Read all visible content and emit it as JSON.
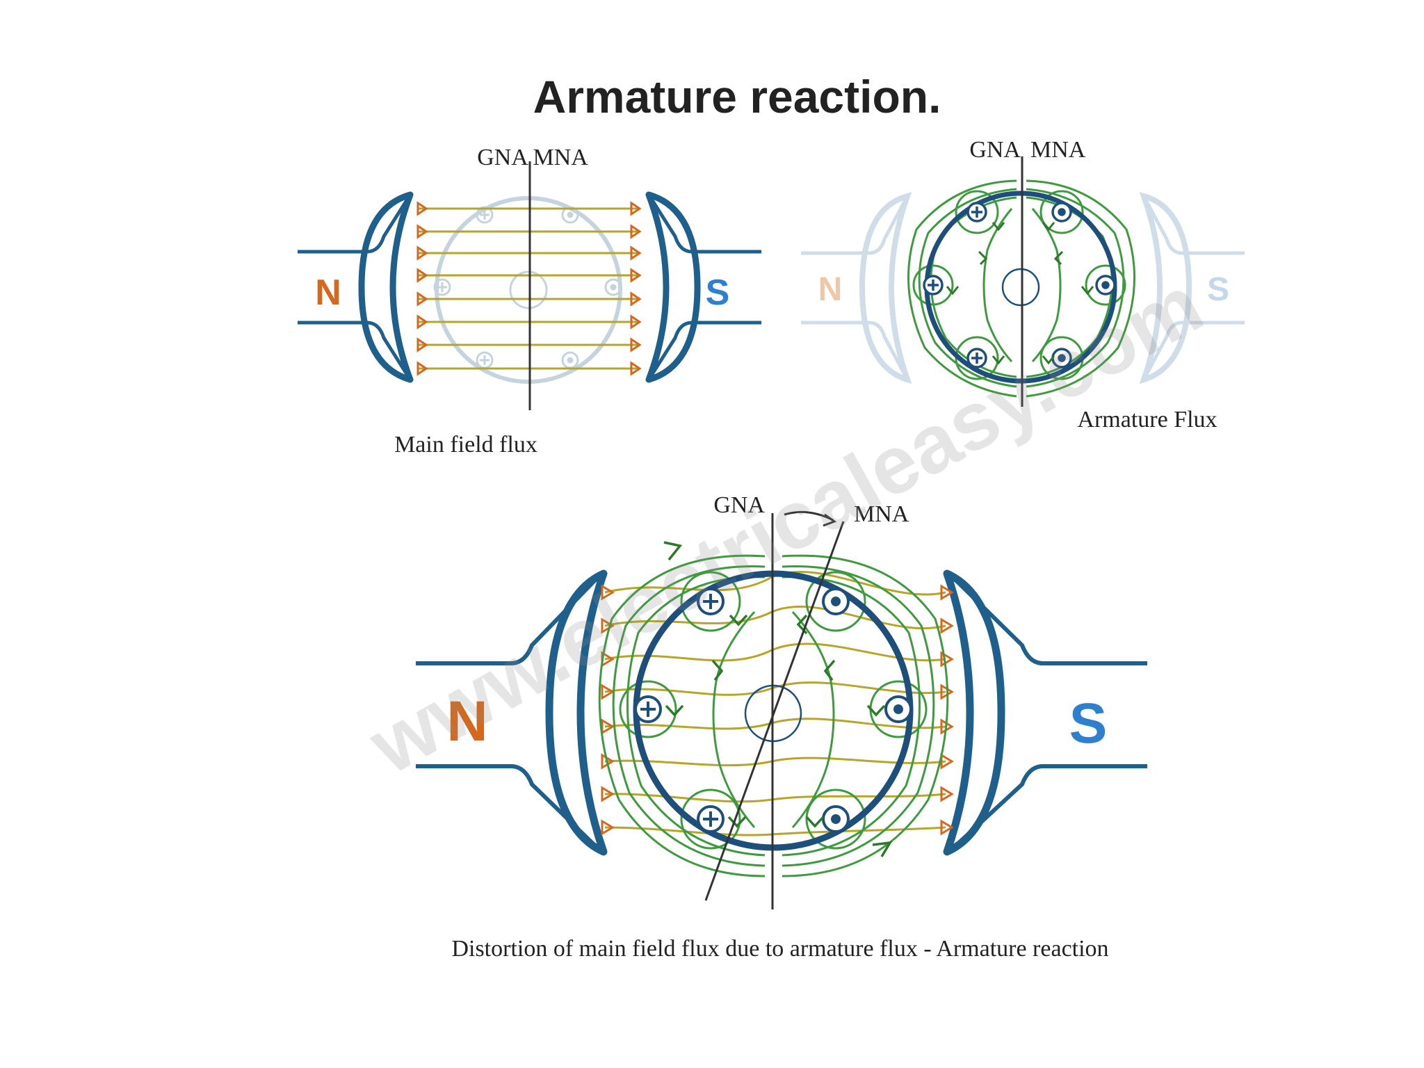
{
  "title": "Armature reaction.",
  "watermark": "www.electricaleasy.com",
  "colors": {
    "north_pole": "#d2691e",
    "south_pole": "#2f7fcf",
    "pole_shoe": "#1f5f8b",
    "main_flux": "#b5a52a",
    "armature_flux": "#3f9a3f",
    "armature_ring": "#1d4f7a"
  },
  "diagram_main_field": {
    "label_gna_mna": "GNA MNA",
    "pole_n": "N",
    "pole_s": "S",
    "caption": "Main field flux"
  },
  "diagram_armature_flux": {
    "label_gna": "GNA",
    "label_mna": "MNA",
    "pole_n": "N",
    "pole_s": "S",
    "caption": "Armature Flux"
  },
  "diagram_distortion": {
    "label_gna": "GNA",
    "label_mna": "MNA",
    "pole_n": "N",
    "pole_s": "S",
    "caption": "Distortion of main field flux due to armature flux - Armature reaction"
  },
  "conductor_symbols": {
    "into_page": "cross-in-circle-icon",
    "out_of_page": "dot-in-circle-icon"
  }
}
